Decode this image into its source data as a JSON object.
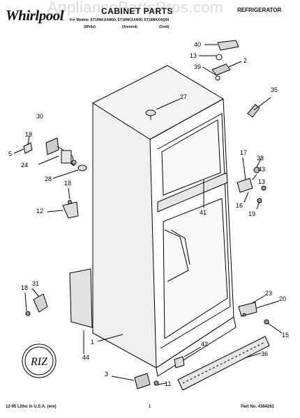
{
  "header": {
    "brand": "Whirlpool",
    "watermark": "AppliancePartsPros.com",
    "title": "CABINET PARTS",
    "category": "REFRIGERATOR",
    "model_line": "For Models: ET18NKXAW00, ET18NKXAN00, ET18NKXAQ00",
    "finishes": [
      "(White)",
      "(Almond)",
      "(Gold)"
    ]
  },
  "footer": {
    "litho": "12-95 Litho in U.S.A. (ere)",
    "page": "1",
    "part_no": "Part No. 4384261"
  },
  "callouts": [
    "40",
    "13",
    "2",
    "39",
    "35",
    "27",
    "30",
    "18",
    "5",
    "24",
    "28",
    "18",
    "12",
    "17",
    "38",
    "43",
    "13",
    "16",
    "19",
    "41",
    "31",
    "18",
    "23",
    "20",
    "15",
    "1",
    "44",
    "42",
    "36",
    "3",
    "11"
  ]
}
